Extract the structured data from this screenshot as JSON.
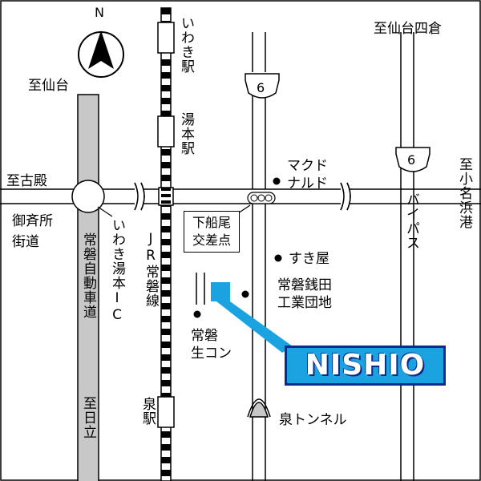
{
  "compass": {
    "north_label": "N"
  },
  "labels": {
    "to_sendai_shikura": "至仙台四倉",
    "to_sendai": "至仙台",
    "to_kodono": "至古殿",
    "gosaisho_kaido": "御斉所\n街道",
    "to_onahama": "至小名浜港",
    "iwaki_station": "いわき駅",
    "yumoto_station": "湯本駅",
    "izumi_station": "泉駅",
    "jr_joban_line": "JR常磐線",
    "joban_expressway": "常磐自動車道",
    "iwaki_yumoto_ic": "いわき湯本IC",
    "to_nittatsu": "至日立",
    "shimofunao_intersection": "下船尾\n交差点",
    "mcdonalds": "マクド\nナルド",
    "sukiya": "すき屋",
    "joban_zenida": "常磐銭田\n工業団地",
    "joban_seikon": "常磐\n生コン",
    "bypass": "バイパス",
    "izumi_tunnel": "泉トンネル",
    "route_6_top": "6",
    "route_6_right": "6"
  },
  "brand": {
    "name": "NISHIO"
  },
  "colors": {
    "expressway": "#c8c8c8",
    "brand_fill": "#1aa3e0",
    "brand_border": "#0b2a8a",
    "marker": "#1aa3e0"
  }
}
